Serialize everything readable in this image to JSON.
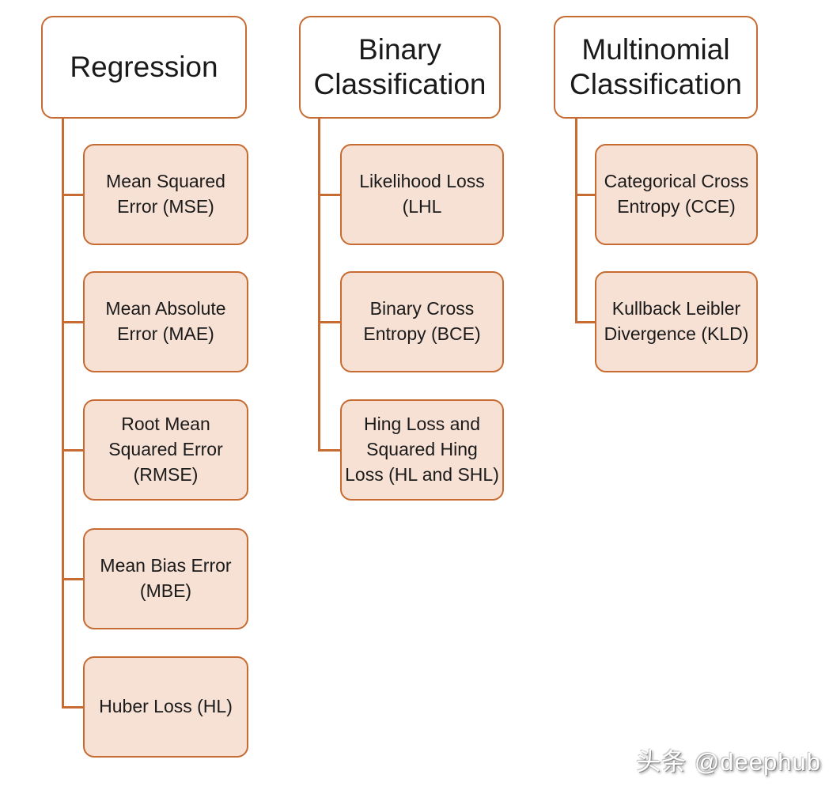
{
  "diagram": {
    "columns": [
      {
        "title": "Regression",
        "children": [
          "Mean Squared\nError (MSE)",
          "Mean Absolute\nError (MAE)",
          "Root Mean\nSquared Error\n(RMSE)",
          "Mean Bias Error\n(MBE)",
          "Huber Loss (HL)"
        ]
      },
      {
        "title": "Binary\nClassification",
        "children": [
          "Likelihood Loss\n(LHL",
          "Binary Cross\nEntropy (BCE)",
          "Hing Loss and\nSquared Hing\nLoss (HL and SHL)"
        ]
      },
      {
        "title": "Multinomial\nClassification",
        "children": [
          "Categorical Cross\nEntropy (CCE)",
          "Kullback Leibler\nDivergence (KLD)"
        ]
      }
    ]
  },
  "watermark": "头条 @deephub",
  "colors": {
    "outline": "#C66C32",
    "node_fill": "#F7E1D5",
    "header_fill": "#FFFFFF",
    "text": "#1A1A1A"
  }
}
